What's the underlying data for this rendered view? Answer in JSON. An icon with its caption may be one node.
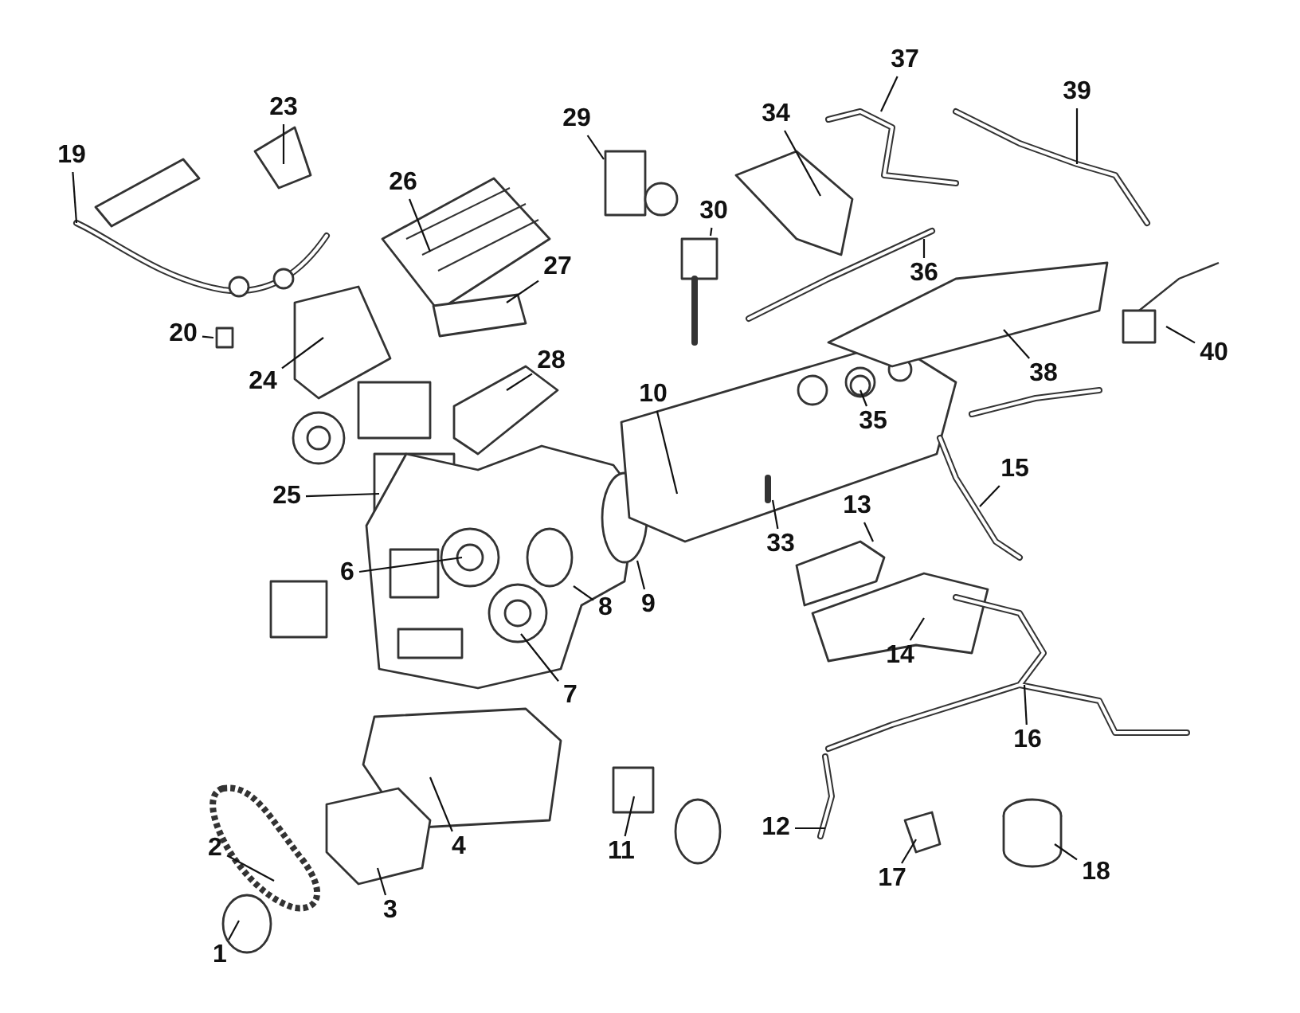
{
  "diagram": {
    "nodes": [
      {
        "text": [
          "1"
        ]
      },
      {
        "text": [
          "2"
        ]
      },
      {
        "text": [
          "3"
        ]
      },
      {
        "text": [
          "4"
        ]
      },
      {
        "text": [
          "6"
        ]
      },
      {
        "text": [
          "7"
        ]
      },
      {
        "text": [
          "8"
        ]
      },
      {
        "text": [
          "9"
        ]
      },
      {
        "text": [
          "10"
        ]
      },
      {
        "text": [
          "11"
        ]
      },
      {
        "text": [
          "12"
        ]
      },
      {
        "text": [
          "13"
        ]
      },
      {
        "text": [
          "14"
        ]
      },
      {
        "text": [
          "15"
        ]
      },
      {
        "text": [
          "16"
        ]
      },
      {
        "text": [
          "17"
        ]
      },
      {
        "text": [
          "18"
        ]
      },
      {
        "text": [
          "19"
        ]
      },
      {
        "text": [
          "20"
        ]
      },
      {
        "text": [
          "23"
        ]
      },
      {
        "text": [
          "24"
        ]
      },
      {
        "text": [
          "25"
        ]
      },
      {
        "text": [
          "26"
        ]
      },
      {
        "text": [
          "27"
        ]
      },
      {
        "text": [
          "28"
        ]
      },
      {
        "text": [
          "29"
        ]
      },
      {
        "text": [
          "30"
        ]
      },
      {
        "text": [
          "33"
        ]
      },
      {
        "text": [
          "34"
        ]
      },
      {
        "text": [
          "35"
        ]
      },
      {
        "text": [
          "36"
        ]
      },
      {
        "text": [
          "37"
        ]
      },
      {
        "text": [
          "38"
        ]
      },
      {
        "text": [
          "39"
        ]
      },
      {
        "text": [
          "40"
        ]
      }
    ],
    "edges": [
      {
        "from": 0,
        "to": null,
        "arrow": "none"
      },
      {
        "from": 1,
        "to": null,
        "arrow": "none"
      },
      {
        "from": 2,
        "to": null,
        "arrow": "none"
      },
      {
        "from": 3,
        "to": null,
        "arrow": "none"
      },
      {
        "from": 4,
        "to": null,
        "arrow": "none"
      },
      {
        "from": 5,
        "to": null,
        "arrow": "none"
      },
      {
        "from": 6,
        "to": null,
        "arrow": "none"
      },
      {
        "from": 7,
        "to": null,
        "arrow": "none"
      },
      {
        "from": 8,
        "to": null,
        "arrow": "none"
      },
      {
        "from": 9,
        "to": null,
        "arrow": "none"
      },
      {
        "from": 10,
        "to": null,
        "arrow": "none"
      },
      {
        "from": 11,
        "to": null,
        "arrow": "none"
      },
      {
        "from": 12,
        "to": null,
        "arrow": "none"
      },
      {
        "from": 13,
        "to": null,
        "arrow": "none"
      },
      {
        "from": 14,
        "to": null,
        "arrow": "none"
      },
      {
        "from": 15,
        "to": null,
        "arrow": "none"
      },
      {
        "from": 16,
        "to": null,
        "arrow": "none"
      },
      {
        "from": 17,
        "to": null,
        "arrow": "none"
      },
      {
        "from": 18,
        "to": null,
        "arrow": "none"
      },
      {
        "from": 19,
        "to": null,
        "arrow": "none"
      },
      {
        "from": 20,
        "to": null,
        "arrow": "none"
      },
      {
        "from": 21,
        "to": null,
        "arrow": "none"
      },
      {
        "from": 22,
        "to": null,
        "arrow": "none"
      },
      {
        "from": 23,
        "to": null,
        "arrow": "none"
      },
      {
        "from": 24,
        "to": null,
        "arrow": "none"
      },
      {
        "from": 25,
        "to": null,
        "arrow": "none"
      },
      {
        "from": 26,
        "to": null,
        "arrow": "none"
      },
      {
        "from": 27,
        "to": null,
        "arrow": "none"
      },
      {
        "from": 28,
        "to": null,
        "arrow": "none"
      },
      {
        "from": 29,
        "to": null,
        "arrow": "none"
      },
      {
        "from": 30,
        "to": null,
        "arrow": "none"
      },
      {
        "from": 31,
        "to": null,
        "arrow": "none"
      },
      {
        "from": 32,
        "to": null,
        "arrow": "none"
      },
      {
        "from": 33,
        "to": null,
        "arrow": "none"
      },
      {
        "from": 34,
        "to": null,
        "arrow": "none"
      }
    ]
  }
}
